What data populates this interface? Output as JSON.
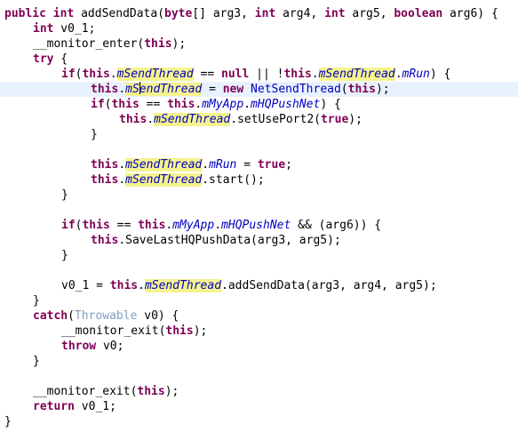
{
  "code": {
    "l1": {
      "kw1": "public",
      "kw2": "int",
      "sig": " addSendData(",
      "kw3": "byte",
      "t1": "[] arg3, ",
      "kw4": "int",
      "t2": " arg4, ",
      "kw5": "int",
      "t3": " arg5, ",
      "kw6": "boolean",
      "t4": " arg6) {"
    },
    "l2": {
      "kw": "int",
      "t": " v0_1;"
    },
    "l3": {
      "t1": "__monitor_enter(",
      "kw": "this",
      "t2": ");"
    },
    "l4": {
      "kw": "try",
      "t": " {"
    },
    "l5": {
      "kw1": "if",
      "t1": "(",
      "kw2": "this",
      "d1": ".",
      "f1": "mSendThread",
      "t2": " == ",
      "kw3": "null",
      "t3": " || !",
      "kw4": "this",
      "d2": ".",
      "f2": "mSendThread",
      "d3": ".",
      "f3": "mRun",
      "t4": ") {"
    },
    "l6": {
      "kw1": "this",
      "d1": ".",
      "f1a": "mS",
      "f1b": "endThread",
      "t1": " = ",
      "kw2": "new",
      "t2": " ",
      "ty": "NetSendThread",
      "t3": "(",
      "kw3": "this",
      "t4": ");"
    },
    "l7": {
      "kw1": "if",
      "t1": "(",
      "kw2": "this",
      "t2": " == ",
      "kw3": "this",
      "d1": ".",
      "f1": "mMyApp",
      "d2": ".",
      "f2": "mHQPushNet",
      "t3": ") {"
    },
    "l8": {
      "kw1": "this",
      "d1": ".",
      "f1": "mSendThread",
      "t1": ".setUsePort2(",
      "kw2": "true",
      "t2": ");"
    },
    "l9": {
      "t": "}"
    },
    "l11": {
      "kw1": "this",
      "d1": ".",
      "f1": "mSendThread",
      "d2": ".",
      "f2": "mRun",
      "t1": " = ",
      "kw2": "true",
      "t2": ";"
    },
    "l12": {
      "kw1": "this",
      "d1": ".",
      "f1": "mSendThread",
      "t1": ".start();"
    },
    "l13": {
      "t": "}"
    },
    "l15": {
      "kw1": "if",
      "t1": "(",
      "kw2": "this",
      "t2": " == ",
      "kw3": "this",
      "d1": ".",
      "f1": "mMyApp",
      "d2": ".",
      "f2": "mHQPushNet",
      "t3": " && (arg6)) {"
    },
    "l16": {
      "kw": "this",
      "t": ".SaveLastHQPushData(arg3, arg5);"
    },
    "l17": {
      "t": "}"
    },
    "l19": {
      "t1": "v0_1 = ",
      "kw": "this",
      "d1": ".",
      "f1": "mSendThread",
      "t2": ".addSendData(arg3, arg4, arg5);"
    },
    "l20": {
      "t": "}"
    },
    "l21": {
      "kw": "catch",
      "t1": "(",
      "ty": "Throwable",
      "t2": " v0) {"
    },
    "l22": {
      "t1": "__monitor_exit(",
      "kw": "this",
      "t2": ");"
    },
    "l23": {
      "kw": "throw",
      "t": " v0;"
    },
    "l24": {
      "t": "}"
    },
    "l26": {
      "t1": "__monitor_exit(",
      "kw": "this",
      "t2": ");"
    },
    "l27": {
      "kw": "return",
      "t": " v0_1;"
    },
    "l28": {
      "t": "}"
    }
  },
  "colors": {
    "keyword": "#7f0055",
    "field": "#0000c0",
    "highlight": "#f5f38f",
    "current_line": "#e8f2fe",
    "type_hint": "#7f9fbf"
  }
}
